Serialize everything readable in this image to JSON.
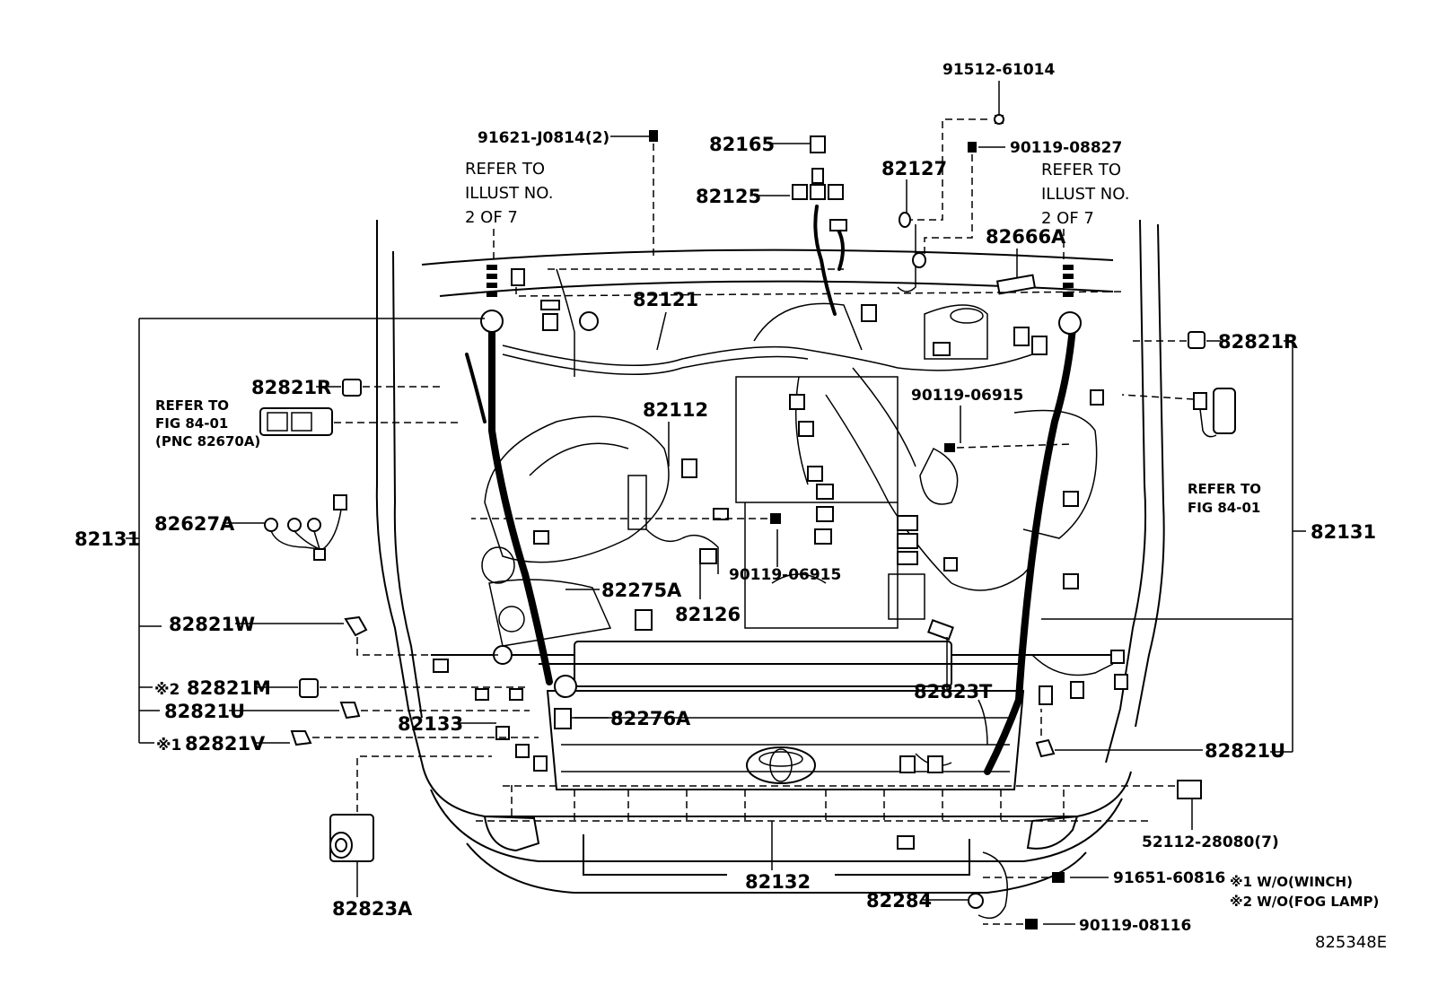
{
  "labels": {
    "bolt_top": "91512-61014",
    "bolt_left_top": "91621-J0814(2)",
    "bolt_right_top": "90119-08827",
    "p82165": "82165",
    "p82125": "82125",
    "p82127": "82127",
    "p82121": "82121",
    "p82666A": "82666A",
    "p82821R_left": "82821R",
    "p82821R_right": "82821R",
    "p82112": "82112",
    "bolt_mid_right": "90119-06915",
    "bolt_mid_center": "90119-06915",
    "p82627A": "82627A",
    "p82131_left": "82131",
    "p82131_right": "82131",
    "p82275A": "82275A",
    "p82126": "82126",
    "p82821W": "82821W",
    "p82821M": "82821M",
    "mark_m": "※2",
    "p82821U_left": "82821U",
    "p82821U_right": "82821U",
    "p82133": "82133",
    "p82276A": "82276A",
    "p82821V": "82821V",
    "mark_v": "※1",
    "p82823T": "82823T",
    "p82823A": "82823A",
    "p82132": "82132",
    "p82284": "82284",
    "bolt_91651": "91651-60816",
    "bolt_90119_08116": "90119-08116",
    "clip_52112": "52112-28080(7)",
    "diagram_id": "825348E"
  },
  "refs": {
    "left_line1": "REFER TO",
    "left_line2": "ILLUST NO.",
    "left_line3": "2 OF 7",
    "right_line1": "REFER TO",
    "right_line2": "ILLUST NO.",
    "right_line3": "2 OF 7",
    "fig_left_line1": "REFER TO",
    "fig_left_line2": "FIG 84-01",
    "fig_left_line3": "(PNC 82670A)",
    "fig_right_line1": "REFER TO",
    "fig_right_line2": "FIG 84-01"
  },
  "notes": {
    "note1": "※1 W/O(WINCH)",
    "note2": "※2 W/O(FOG LAMP)"
  }
}
